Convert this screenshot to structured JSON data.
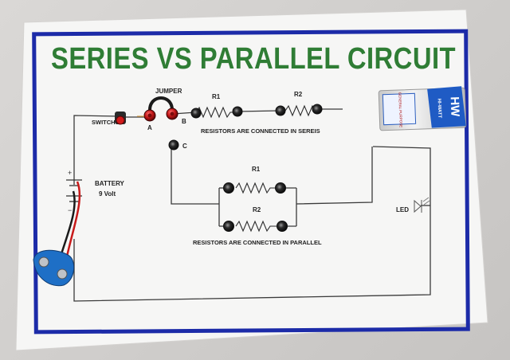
{
  "board": {
    "title": "SERIES VS PARALLEL CIRCUIT",
    "colors": {
      "title": "#2f7d35",
      "border": "#1c2ba8",
      "board": "#f7f7f6"
    }
  },
  "components": {
    "switch": "SWITCH",
    "jumper": "JUMPER",
    "terminal_a": "A",
    "terminal_b": "B",
    "terminal_c": "C",
    "battery_label": "BATTERY",
    "battery_voltage": "9 Volt",
    "led": "LED",
    "series_r1": "R1",
    "series_r2": "R2",
    "parallel_r1": "R1",
    "parallel_r2": "R2"
  },
  "captions": {
    "series": "RESISTORS ARE CONNECTED IN SEREIS",
    "parallel": "RESISTORS ARE CONNECTED IN PARALLEL"
  },
  "battery_box": {
    "brand": "HW",
    "tagline": "HI-WATT",
    "side_text": "GENERAL PURPOSE"
  }
}
